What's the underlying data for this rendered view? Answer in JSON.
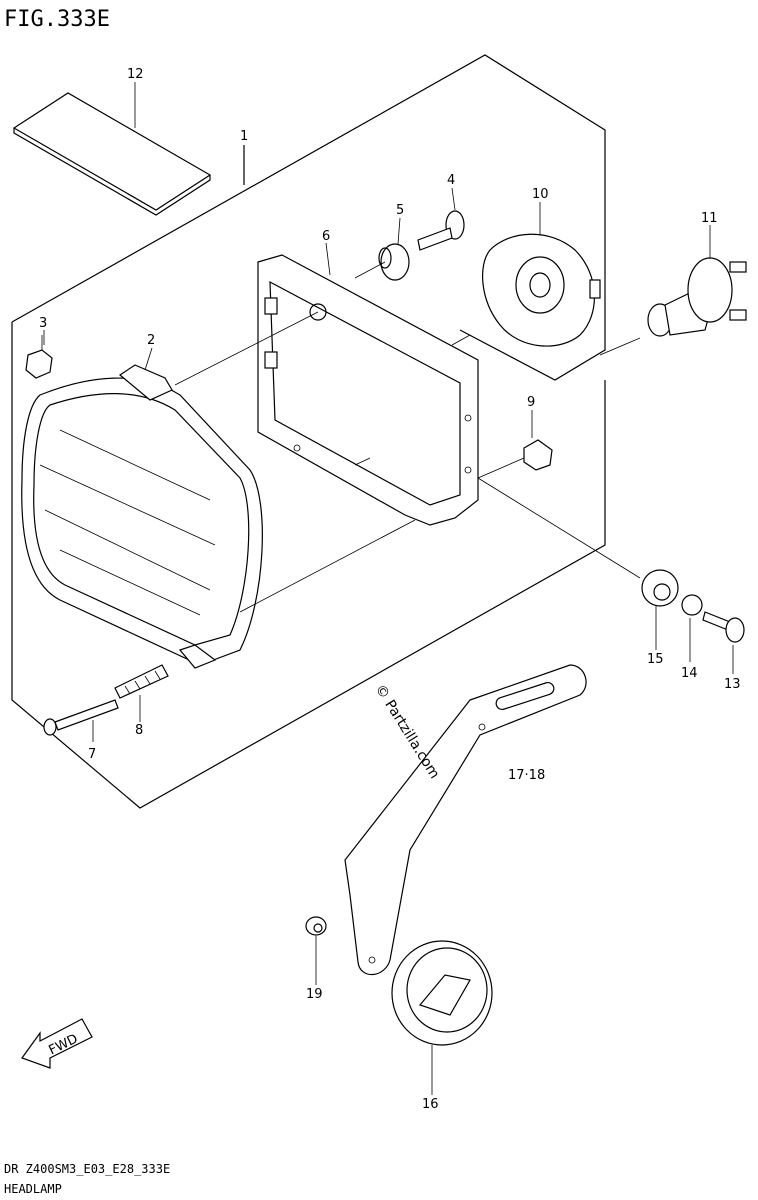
{
  "figure": {
    "title": "FIG.333E",
    "code": "DR Z400SM3_E03_E28_333E",
    "name": "HEADLAMP",
    "watermark": "© Partzilla.com",
    "ref": "17·18",
    "fwd": "FWD"
  },
  "callouts": [
    {
      "id": "1",
      "text": "1"
    },
    {
      "id": "2",
      "text": "2"
    },
    {
      "id": "3",
      "text": "3"
    },
    {
      "id": "4",
      "text": "4"
    },
    {
      "id": "5",
      "text": "5"
    },
    {
      "id": "6",
      "text": "6"
    },
    {
      "id": "7",
      "text": "7"
    },
    {
      "id": "8",
      "text": "8"
    },
    {
      "id": "9",
      "text": "9"
    },
    {
      "id": "10",
      "text": "10"
    },
    {
      "id": "11",
      "text": "11"
    },
    {
      "id": "12",
      "text": "12"
    },
    {
      "id": "13",
      "text": "13"
    },
    {
      "id": "14",
      "text": "14"
    },
    {
      "id": "15",
      "text": "15"
    },
    {
      "id": "16",
      "text": "16"
    },
    {
      "id": "19",
      "text": "19"
    }
  ]
}
